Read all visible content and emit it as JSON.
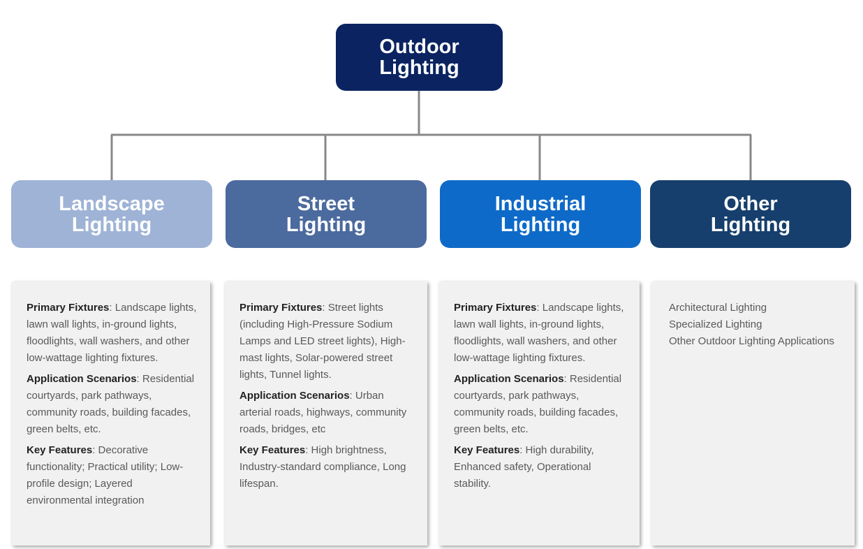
{
  "root": {
    "line1": "Outdoor",
    "line2": "Lighting"
  },
  "categories": [
    {
      "line1": "Landscape",
      "line2": "Lighting",
      "fixtures_label": "Primary Fixtures",
      "fixtures_text": ": Landscape lights, lawn wall lights, in-ground lights, floodlights, wall washers, and other low-wattage lighting fixtures.",
      "scenarios_label": "Application Scenarios",
      "scenarios_text": ": Residential courtyards, park pathways, community roads, building facades, green belts, etc.",
      "features_label": "Key Features",
      "features_text": ": Decorative functionality; Practical utility; Low-profile design; Layered environmental integration"
    },
    {
      "line1": "Street",
      "line2": "Lighting",
      "fixtures_label": "Primary Fixtures",
      "fixtures_text": ": Street lights (including High-Pressure Sodium Lamps and LED street lights), High-mast lights, Solar-powered street lights, Tunnel lights.",
      "scenarios_label": "Application Scenarios",
      "scenarios_text": ": Urban arterial roads, highways, community roads, bridges, etc",
      "features_label": "Key Features",
      "features_text": ": High brightness, Industry-standard compliance, Long lifespan."
    },
    {
      "line1": "Industrial",
      "line2": "Lighting",
      "fixtures_label": "Primary Fixtures",
      "fixtures_text": ": Landscape lights, lawn wall lights, in-ground lights, floodlights, wall washers, and other low-wattage lighting fixtures.",
      "scenarios_label": "Application Scenarios",
      "scenarios_text": ": Residential courtyards, park pathways, community roads, building facades, green belts, etc.",
      "features_label": "Key Features",
      "features_text": ": High durability, Enhanced safety, Operational stability."
    },
    {
      "line1": "Other",
      "line2": "Lighting",
      "items": [
        "Architectural Lighting",
        "Specialized Lighting",
        "Other Outdoor Lighting Applications"
      ]
    }
  ],
  "colors": {
    "root": "#0b2461",
    "landscape": "#9eb3d6",
    "street": "#4b6a9e",
    "industrial": "#0e6ac8",
    "other": "#163f6d",
    "connector": "#888888"
  }
}
